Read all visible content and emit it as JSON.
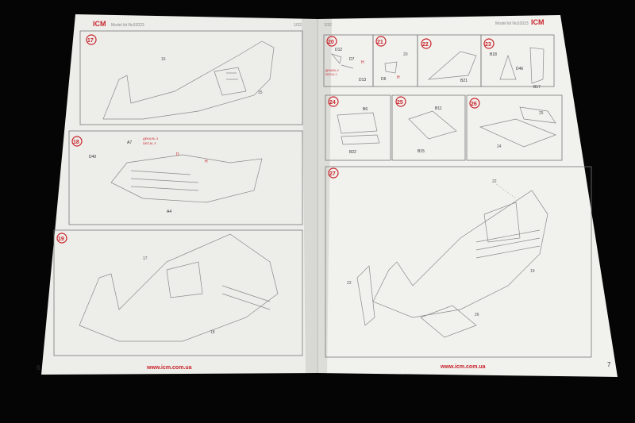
{
  "left_page": {
    "brand_logo": "ICM",
    "model_kit": "Model kit No32023",
    "scale": "1/32",
    "page_number": "6",
    "footer_url": "www.icm.com.ua",
    "steps": [
      {
        "number": "17",
        "callouts": [
          "16",
          "15"
        ]
      },
      {
        "number": "18",
        "part_labels": [
          "A7",
          "D40",
          "A4"
        ],
        "decal_note_1": "ДЕКАЛЬ 3",
        "decal_note_2": "DECAL 3",
        "marker_d": "D",
        "marker_h": "H"
      },
      {
        "number": "19",
        "callouts": [
          "17",
          "18"
        ]
      }
    ]
  },
  "right_page": {
    "brand_logo": "ICM",
    "model_kit": "Model kit No32023",
    "scale": "1/32",
    "page_number": "7",
    "footer_url": "www.icm.com.ua",
    "steps": [
      {
        "number": "20",
        "part_labels": [
          "D12",
          "D7",
          "D13"
        ],
        "decal_note_1": "ДЕКАЛЬ 2",
        "decal_note_2": "DECAL 2",
        "marker": "H"
      },
      {
        "number": "21",
        "part_labels": [
          "D6"
        ],
        "callout": "20",
        "marker": "H"
      },
      {
        "number": "22",
        "part_labels": [
          "B21"
        ]
      },
      {
        "number": "23",
        "part_labels": [
          "B18",
          "D46",
          "B17"
        ]
      },
      {
        "number": "24",
        "part_labels": [
          "B6",
          "B22"
        ]
      },
      {
        "number": "25",
        "part_labels": [
          "B11",
          "B15"
        ]
      },
      {
        "number": "26",
        "callouts": [
          "25",
          "24"
        ]
      },
      {
        "number": "27",
        "callouts": [
          "22",
          "23",
          "19",
          "26"
        ]
      }
    ]
  }
}
